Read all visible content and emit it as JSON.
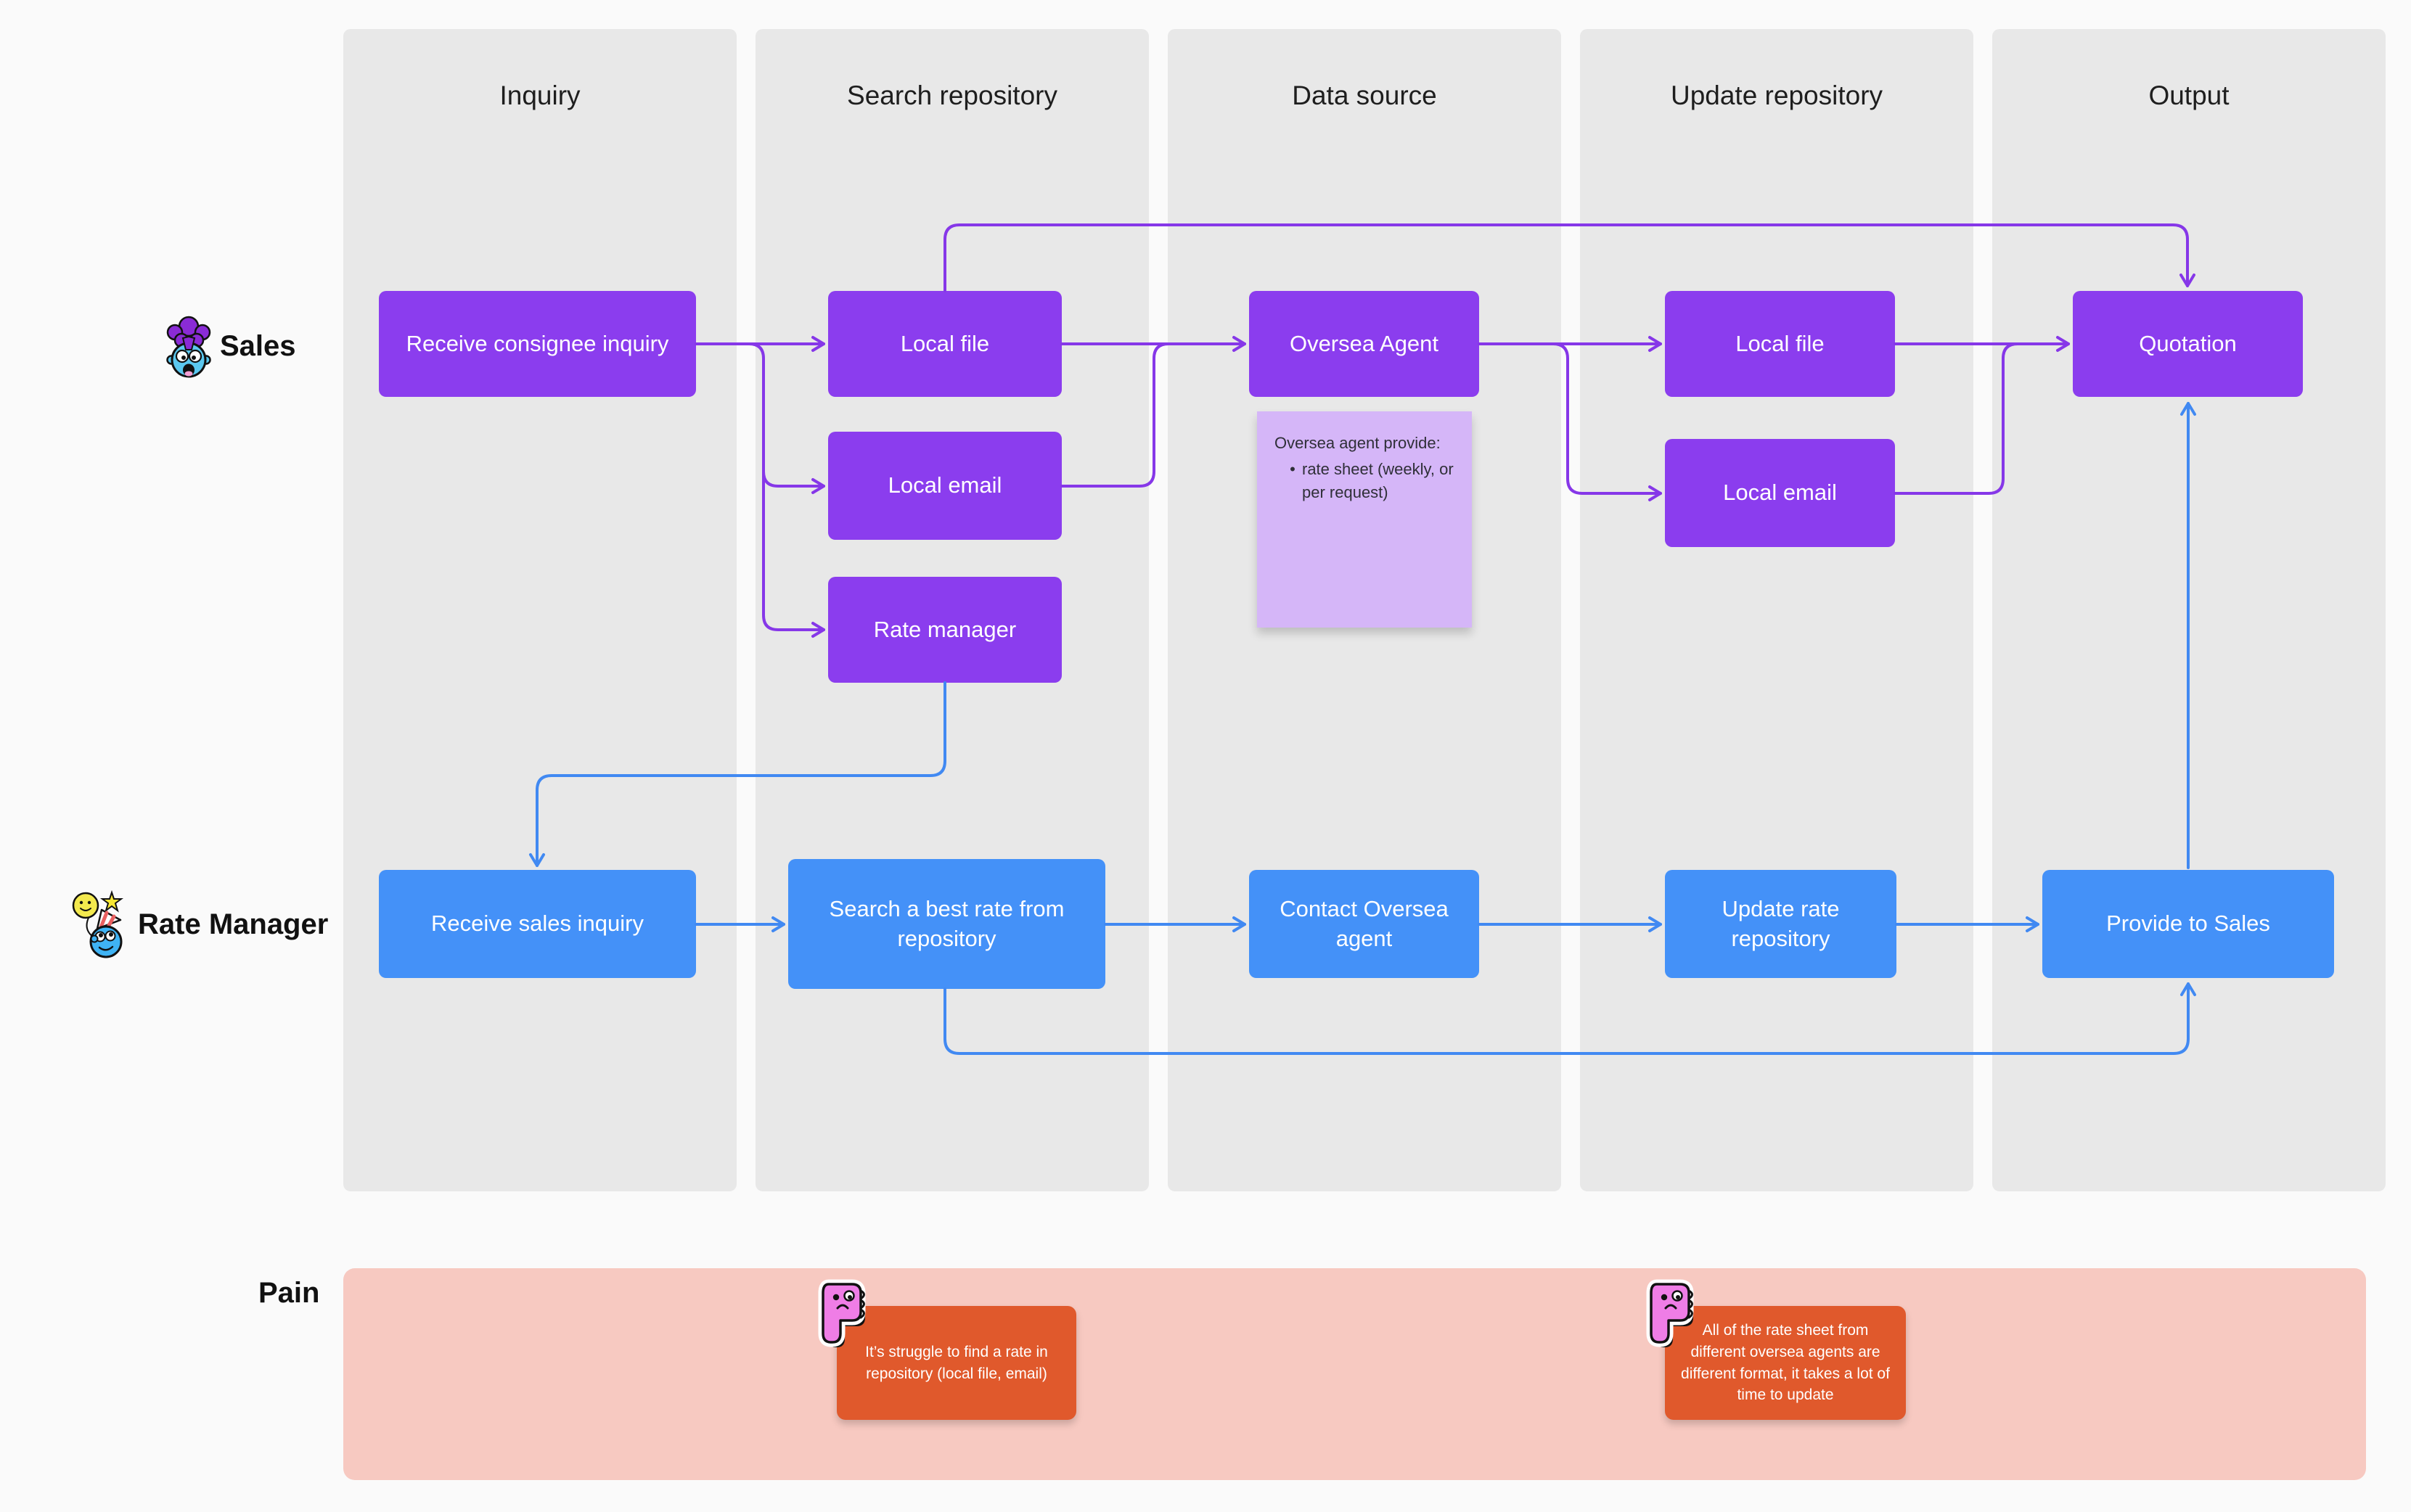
{
  "columns": [
    "Inquiry",
    "Search repository",
    "Data source",
    "Update repository",
    "Output"
  ],
  "lanes": {
    "sales": "Sales",
    "rate_manager": "Rate Manager",
    "pain": "Pain"
  },
  "nodes": {
    "receive_consignee_inquiry": "Receive consignee inquiry",
    "search_local_file": "Local file",
    "search_local_email": "Local email",
    "search_rate_manager": "Rate manager",
    "oversea_agent": "Oversea Agent",
    "update_local_file": "Local file",
    "update_local_email": "Local email",
    "quotation": "Quotation",
    "receive_sales_inquiry": "Receive sales inquiry",
    "search_best_rate": "Search a best rate from repository",
    "contact_oversea_agent": "Contact Oversea agent",
    "update_rate_repository": "Update rate repository",
    "provide_to_sales": "Provide to Sales"
  },
  "sticky": {
    "title": "Oversea agent provide:",
    "bullet": "rate sheet (weekly, or per request)"
  },
  "pain_notes": [
    "It’s struggle to find a rate in repository (local file, email)",
    "All of the rate sheet from different oversea agents are different format, it takes a lot of time to update"
  ],
  "icons": {
    "sales_lane": "zany-screaming-face-sticker",
    "rate_manager_lane": "party-face-balloon-sticker",
    "pain_notes": "thumbs-down-sticker"
  },
  "colors": {
    "purple_box": "#8B3DEE",
    "purple_connector": "#8637E8",
    "blue_box": "#4491F8",
    "blue_connector": "#4189F2",
    "sticky_note": "#D5B6F8",
    "pain_panel": "#F7C9C1",
    "pain_note": "#E0592C",
    "column_bg": "#E8E8E8",
    "canvas_bg": "#FAFAFA",
    "text_dark": "#1E1E1E",
    "text_light": "#FFFFFF"
  }
}
